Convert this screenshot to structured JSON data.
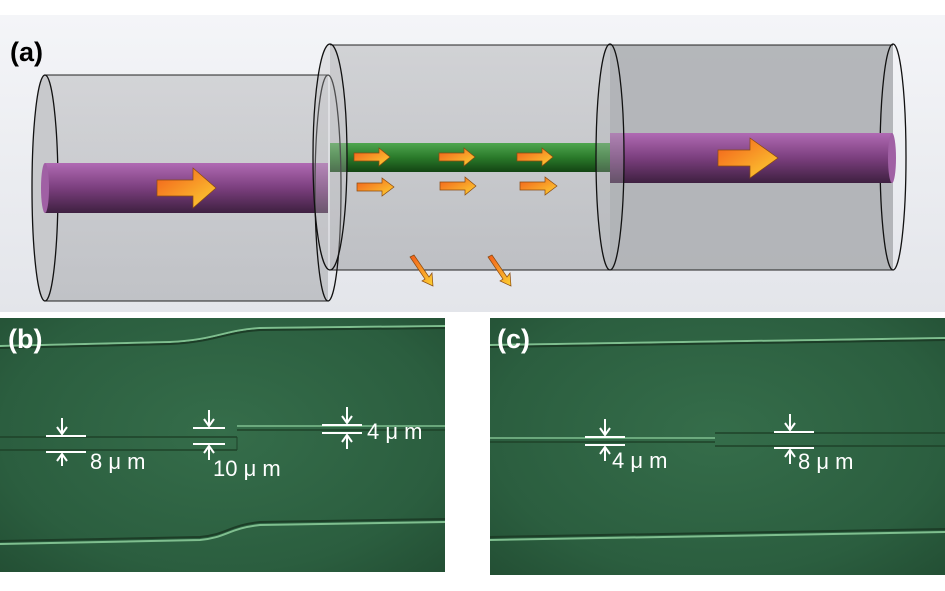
{
  "panels": {
    "a": {
      "label": "(a)"
    },
    "b": {
      "label": "(b)",
      "measurements": [
        "8 μ m",
        "10 μ m",
        "4 μ m"
      ]
    },
    "c": {
      "label": "(c)",
      "measurements": [
        "4 μ m",
        "8 μ m"
      ]
    }
  },
  "colors": {
    "rod": "#8a4a8e",
    "fiber": "#2e7d2e",
    "arrow": "#f7931e",
    "micrograph": "#2f6544"
  }
}
